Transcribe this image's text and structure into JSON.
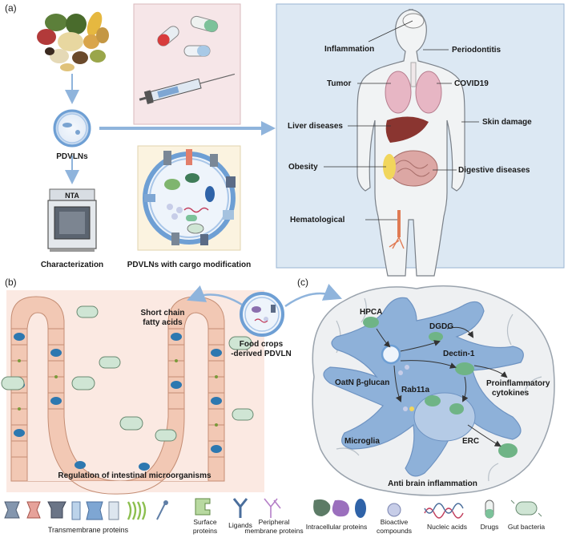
{
  "panel_a": {
    "letter": "(a)",
    "pdvlns_label": "PDVLNs",
    "nta_label": "NTA",
    "characterization_label": "Characterization",
    "cargo_label": "PDVLNs with cargo modification",
    "diseases": {
      "inflammation": "Inflammation",
      "periodontitis": "Periodontitis",
      "tumor": "Tumor",
      "covid19": "COVID19",
      "liver": "Liver diseases",
      "skin": "Skin damage",
      "obesity": "Obesity",
      "digestive": "Digestive diseases",
      "hematological": "Hematological"
    }
  },
  "panel_b": {
    "letter": "(b)",
    "scfa_line1": "Short chain",
    "scfa_line2": "fatty acids",
    "food_line1": "Food crops",
    "food_line2": "-derived PDVLN",
    "regulation_label": "Regulation of intestinal microorganisms"
  },
  "panel_c": {
    "letter": "(c)",
    "hpca": "HPCA",
    "dgdg": "DGDG",
    "dectin": "Dectin-1",
    "oatn": "OatN β-glucan",
    "rab": "Rab11a",
    "pro_line1": "Proinflammatory",
    "pro_line2": "cytokines",
    "microglia": "Microglia",
    "erc": "ERC",
    "anti": "Anti brain inflammation"
  },
  "legend": {
    "transmembrane": "Transmembrane proteins",
    "surface_line1": "Surface",
    "surface_line2": "proteins",
    "ligands": "Ligands",
    "peripheral_line1": "Peripheral",
    "peripheral_line2": "membrane proteins",
    "intracellular": "Intracellular proteins",
    "bioactive_line1": "Bioactive",
    "bioactive_line2": "compounds",
    "nucleic": "Nucleic acids",
    "drugs": "Drugs",
    "gut": "Gut bacteria"
  },
  "colors": {
    "panel_bg_blue": "#dce8f3",
    "pink_box": "#f6e6e8",
    "cream_box": "#fbf3e0",
    "arrow_blue": "#8fb4dc",
    "vesicle_blue": "#6e9fd4",
    "microglia_blue": "#8eb1d9",
    "cell_green": "#8fc49a",
    "tissue_pink": "#f2c8b4"
  }
}
